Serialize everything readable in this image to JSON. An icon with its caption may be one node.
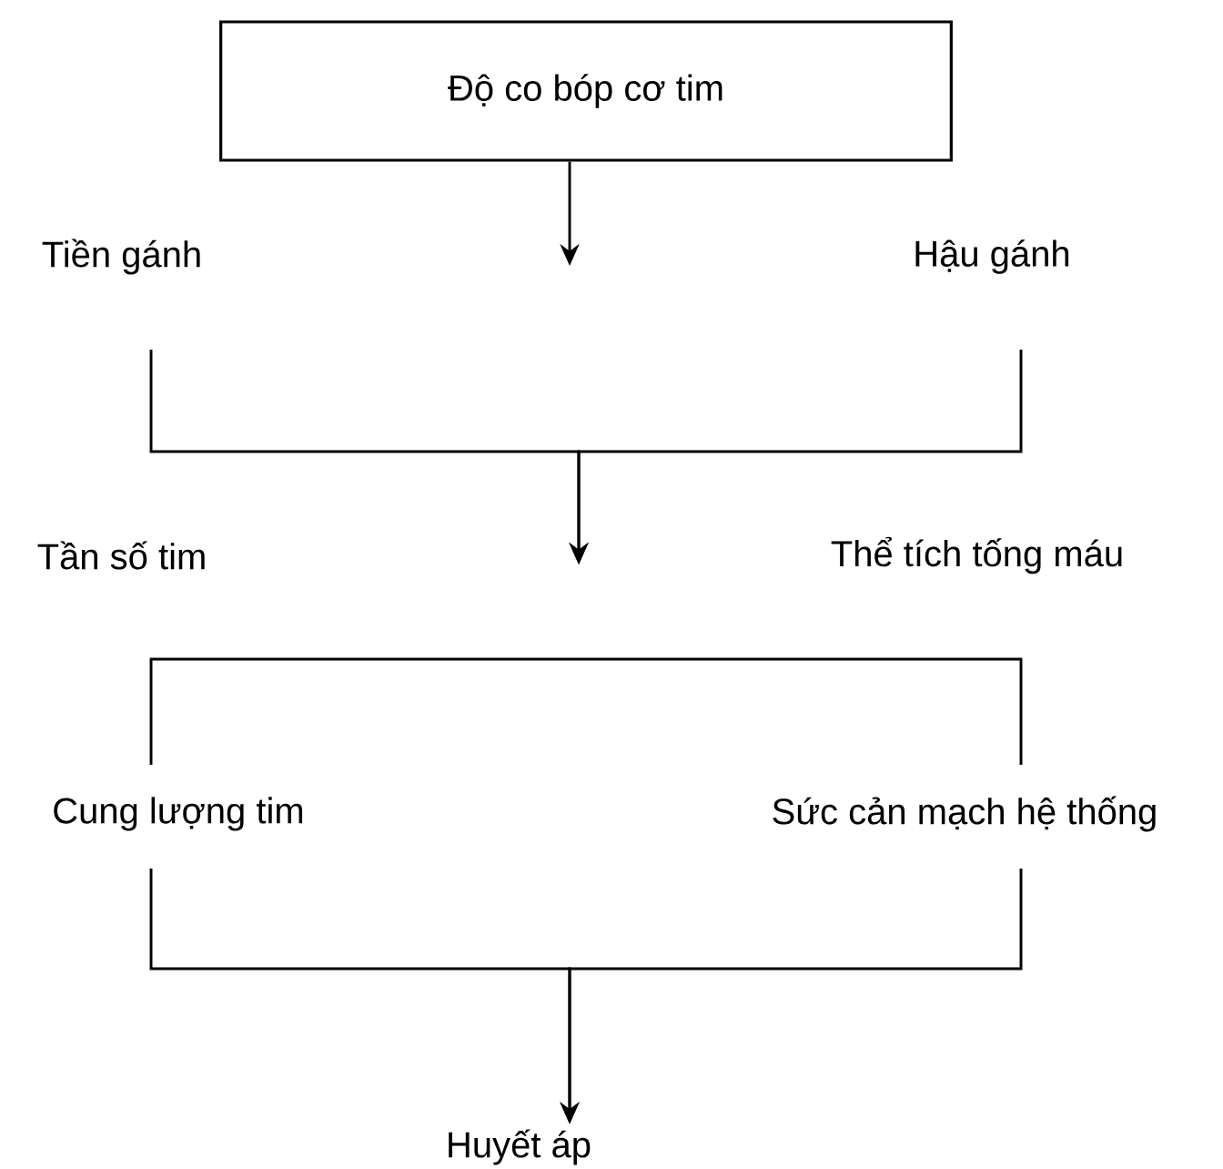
{
  "diagram": {
    "nodes": [
      {
        "text": [
          "Độ co bóp cơ tim"
        ]
      },
      {
        "text": [
          "Tiền gánh"
        ]
      },
      {
        "text": [
          "Hậu gánh"
        ]
      },
      {
        "text": [
          "Tần số tim"
        ]
      },
      {
        "text": [
          "Thể tích tống máu"
        ]
      },
      {
        "text": [
          "Cung lượng tim"
        ]
      },
      {
        "text": [
          "Sức cản mạch hệ thống"
        ]
      },
      {
        "text": [
          "Huyết áp"
        ]
      }
    ],
    "edges": [
      {
        "from": 0,
        "to": null,
        "arrow": "to"
      },
      {
        "from": 1,
        "to": null,
        "arrow": "to"
      },
      {
        "from": 2,
        "to": null,
        "arrow": "to"
      },
      {
        "from": 5,
        "to": 7,
        "arrow": "to"
      },
      {
        "from": 6,
        "to": 7,
        "arrow": "to"
      }
    ]
  }
}
